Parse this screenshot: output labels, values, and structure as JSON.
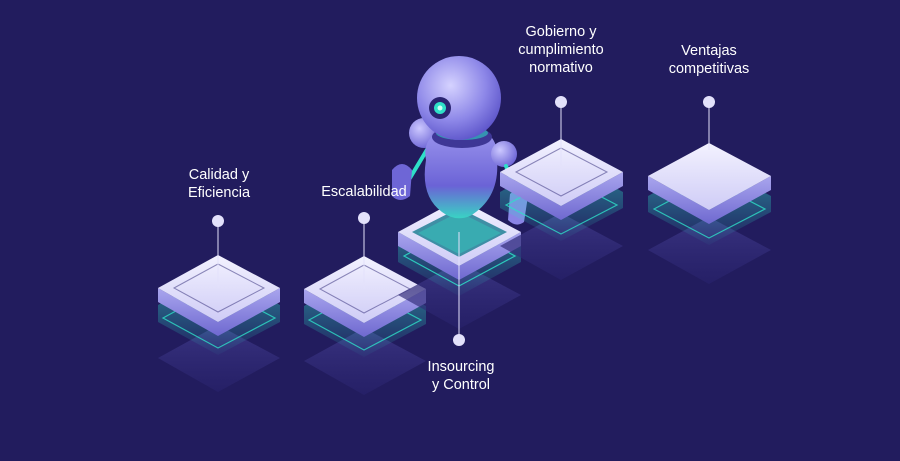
{
  "diagram": {
    "labels": {
      "calidad": "Calidad y\nEficiencia",
      "escalabilidad": "Escalabilidad",
      "insourcing": "Insourcing\ny Control",
      "gobierno": "Gobierno y\ncumplimiento\nnormativo",
      "ventajas": "Ventajas\ncompetitivas"
    },
    "icons": {
      "robot": "robot-icon",
      "platform": "platform-icon",
      "pin": "pin-icon"
    },
    "colors": {
      "background": "#221c5e",
      "platform_top": "#e6e4fb",
      "platform_side": "#8f8be0",
      "teal": "#2ee0c8",
      "reflection": "#3a3480",
      "robot_body": "#8a84e6",
      "pin": "#e3e1fb"
    }
  }
}
